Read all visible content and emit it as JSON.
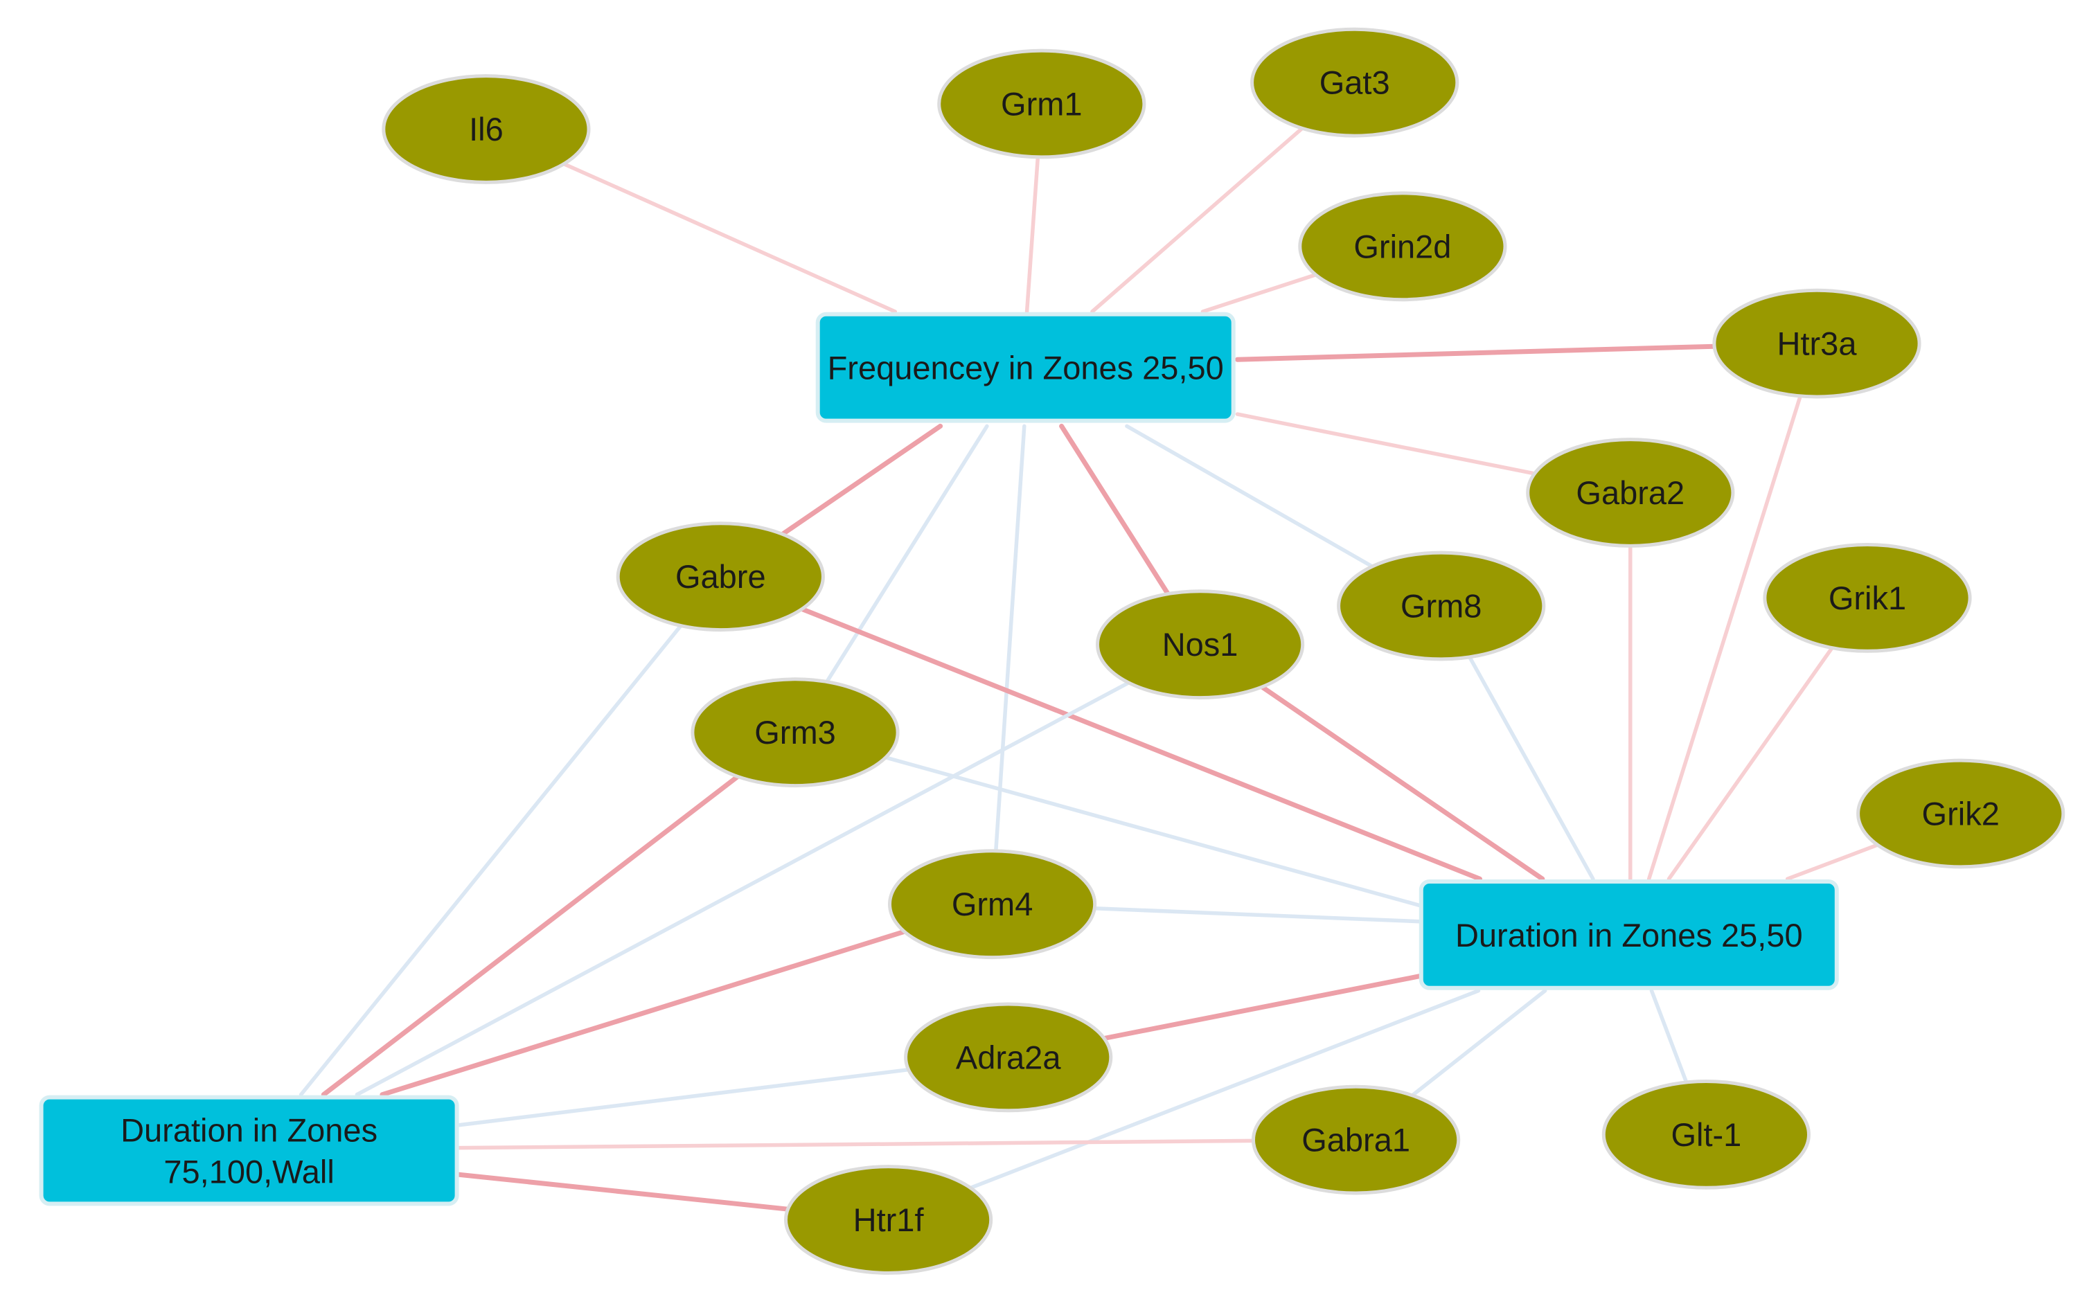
{
  "colors": {
    "background": "#ffffff",
    "phenotype_fill": "#00c0dc",
    "phenotype_stroke": "#d6eef3",
    "gene_fill": "#999900",
    "gene_stroke": "#dcdcdc",
    "edge_positive_strong": "#eda0a8",
    "edge_positive_weak": "#f7cfd2",
    "edge_negative": "#dbe7f3"
  },
  "phenotypes": [
    {
      "id": "freq",
      "label": "Frequencey in Zones 25,50"
    },
    {
      "id": "dur2550",
      "label": "Duration in Zones 25,50"
    },
    {
      "id": "dur75",
      "label": "Duration in Zones\n75,100,Wall"
    }
  ],
  "genes": [
    {
      "id": "Il6",
      "label": "Il6"
    },
    {
      "id": "Grm1",
      "label": "Grm1"
    },
    {
      "id": "Gat3",
      "label": "Gat3"
    },
    {
      "id": "Grin2d",
      "label": "Grin2d"
    },
    {
      "id": "Htr3a",
      "label": "Htr3a"
    },
    {
      "id": "Gabra2",
      "label": "Gabra2"
    },
    {
      "id": "Gabre",
      "label": "Gabre"
    },
    {
      "id": "Nos1",
      "label": "Nos1"
    },
    {
      "id": "Grm8",
      "label": "Grm8"
    },
    {
      "id": "Grik1",
      "label": "Grik1"
    },
    {
      "id": "Grm3",
      "label": "Grm3"
    },
    {
      "id": "Grik2",
      "label": "Grik2"
    },
    {
      "id": "Grm4",
      "label": "Grm4"
    },
    {
      "id": "Adra2a",
      "label": "Adra2a"
    },
    {
      "id": "Gabra1",
      "label": "Gabra1"
    },
    {
      "id": "Glt1",
      "label": "Glt-1"
    },
    {
      "id": "Htr1f",
      "label": "Htr1f"
    }
  ],
  "edges": [
    {
      "source": "freq",
      "target": "Il6",
      "kind": "positive_weak"
    },
    {
      "source": "freq",
      "target": "Grm1",
      "kind": "positive_weak"
    },
    {
      "source": "freq",
      "target": "Gat3",
      "kind": "positive_weak"
    },
    {
      "source": "freq",
      "target": "Grin2d",
      "kind": "positive_weak"
    },
    {
      "source": "freq",
      "target": "Htr3a",
      "kind": "positive_strong"
    },
    {
      "source": "freq",
      "target": "Gabra2",
      "kind": "positive_weak"
    },
    {
      "source": "freq",
      "target": "Gabre",
      "kind": "positive_strong"
    },
    {
      "source": "freq",
      "target": "Nos1",
      "kind": "positive_strong"
    },
    {
      "source": "freq",
      "target": "Grm8",
      "kind": "negative"
    },
    {
      "source": "freq",
      "target": "Grm3",
      "kind": "negative"
    },
    {
      "source": "freq",
      "target": "Grm4",
      "kind": "negative"
    },
    {
      "source": "dur2550",
      "target": "Htr3a",
      "kind": "positive_weak"
    },
    {
      "source": "dur2550",
      "target": "Gabra2",
      "kind": "positive_weak"
    },
    {
      "source": "dur2550",
      "target": "Grik1",
      "kind": "positive_weak"
    },
    {
      "source": "dur2550",
      "target": "Grik2",
      "kind": "positive_weak"
    },
    {
      "source": "dur2550",
      "target": "Grm8",
      "kind": "negative"
    },
    {
      "source": "dur2550",
      "target": "Nos1",
      "kind": "positive_strong"
    },
    {
      "source": "dur2550",
      "target": "Gabre",
      "kind": "positive_strong"
    },
    {
      "source": "dur2550",
      "target": "Grm3",
      "kind": "negative"
    },
    {
      "source": "dur2550",
      "target": "Grm4",
      "kind": "negative"
    },
    {
      "source": "dur2550",
      "target": "Adra2a",
      "kind": "positive_strong"
    },
    {
      "source": "dur2550",
      "target": "Gabra1",
      "kind": "negative"
    },
    {
      "source": "dur2550",
      "target": "Glt1",
      "kind": "negative"
    },
    {
      "source": "dur2550",
      "target": "Htr1f",
      "kind": "negative"
    },
    {
      "source": "dur75",
      "target": "Gabre",
      "kind": "negative"
    },
    {
      "source": "dur75",
      "target": "Grm3",
      "kind": "positive_strong"
    },
    {
      "source": "dur75",
      "target": "Nos1",
      "kind": "negative"
    },
    {
      "source": "dur75",
      "target": "Grm4",
      "kind": "positive_strong"
    },
    {
      "source": "dur75",
      "target": "Adra2a",
      "kind": "negative"
    },
    {
      "source": "dur75",
      "target": "Gabra1",
      "kind": "positive_weak"
    },
    {
      "source": "dur75",
      "target": "Htr1f",
      "kind": "positive_strong"
    }
  ]
}
